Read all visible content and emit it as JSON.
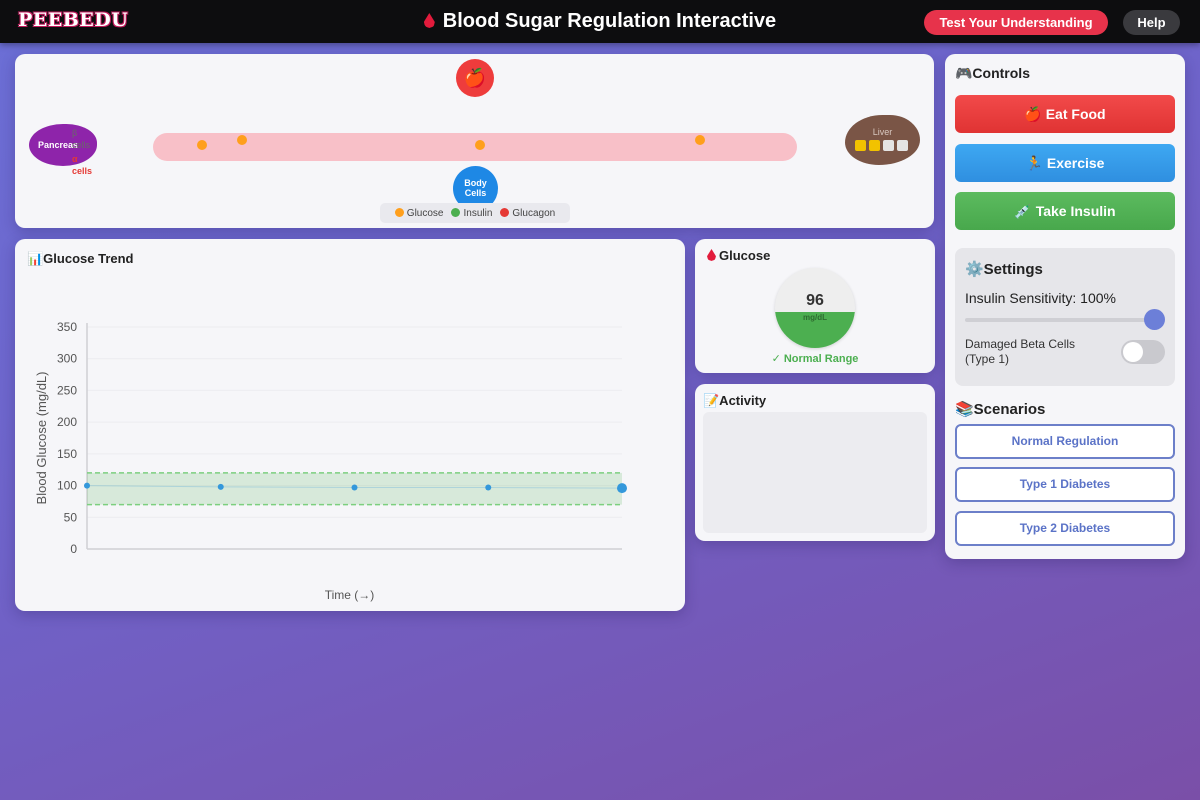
{
  "header": {
    "logo": "PEEBEDU",
    "title": "Blood Sugar Regulation Interactive",
    "test_button": "Test Your Understanding",
    "help_button": "Help"
  },
  "simulation": {
    "food_icon": "🍎",
    "pancreas_label": "Pancreas",
    "beta_cells_label": "β cells",
    "alpha_cells_label": "α cells",
    "liver_label": "Liver",
    "body_cells_label": "Body Cells",
    "legend": [
      {
        "label": "Glucose",
        "color": "#ff9f1c"
      },
      {
        "label": "Insulin",
        "color": "#4caf50"
      },
      {
        "label": "Glucagon",
        "color": "#e53935"
      }
    ],
    "glycogen_stores": [
      "#f2c200",
      "#f2c200",
      "#e4e4e4",
      "#e4e4e4"
    ]
  },
  "glucose_trend": {
    "title": "📊Glucose Trend"
  },
  "chart_data": {
    "type": "line",
    "title": "Glucose Trend",
    "xlabel": "Time (→)",
    "ylabel": "Blood Glucose (mg/dL)",
    "ylim": [
      0,
      350
    ],
    "yticks": [
      0,
      50,
      100,
      150,
      200,
      250,
      300,
      350
    ],
    "normal_range": [
      70,
      120
    ],
    "series": [
      {
        "values": [
          100,
          98,
          97,
          97,
          96
        ],
        "color": "#3498db"
      }
    ],
    "grid": true
  },
  "glucose": {
    "title": "Glucose",
    "value": "96",
    "unit": "mg/dL",
    "fill_fraction": 0.45,
    "status": "✓ Normal Range"
  },
  "activity": {
    "title": "📝Activity"
  },
  "controls": {
    "title": "🎮Controls",
    "eat_food": "🍎 Eat Food",
    "exercise": "🏃 Exercise",
    "take_insulin": "💉 Take Insulin"
  },
  "settings": {
    "title": "⚙️Settings",
    "sensitivity_label": "Insulin Sensitivity: 100%",
    "sensitivity_value": 1.0,
    "damaged_beta_label": "Damaged Beta Cells (Type 1)"
  },
  "scenarios": {
    "title": "📚Scenarios",
    "items": [
      "Normal Regulation",
      "Type 1 Diabetes",
      "Type 2 Diabetes"
    ]
  }
}
